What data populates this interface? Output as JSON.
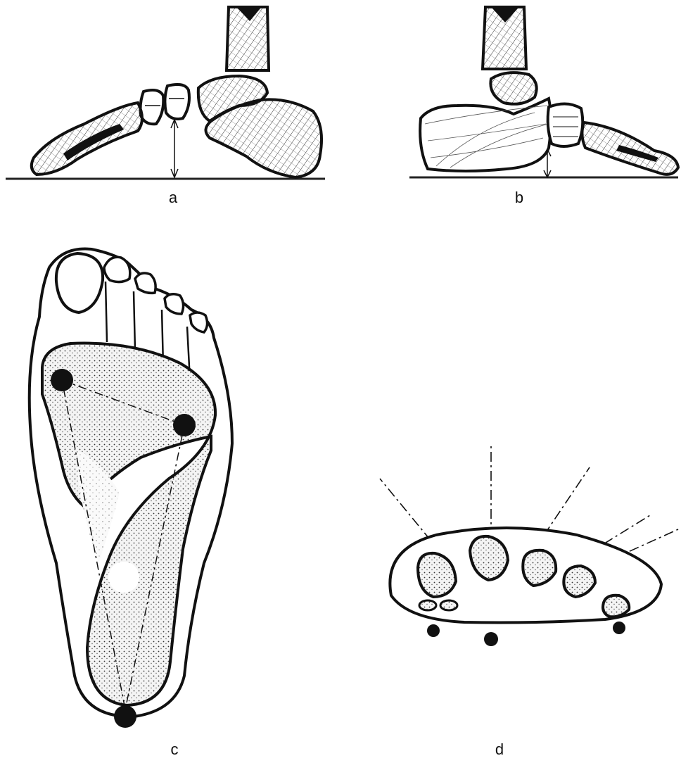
{
  "figure": {
    "panels": [
      {
        "id": "a",
        "label": "a"
      },
      {
        "id": "b",
        "label": "b"
      },
      {
        "id": "c",
        "label": "c"
      },
      {
        "id": "d",
        "label": "d"
      }
    ]
  },
  "colors": {
    "ink": "#111111",
    "hatch": "#444444",
    "stipple": "#e6e6e6",
    "paper": "#ffffff"
  }
}
